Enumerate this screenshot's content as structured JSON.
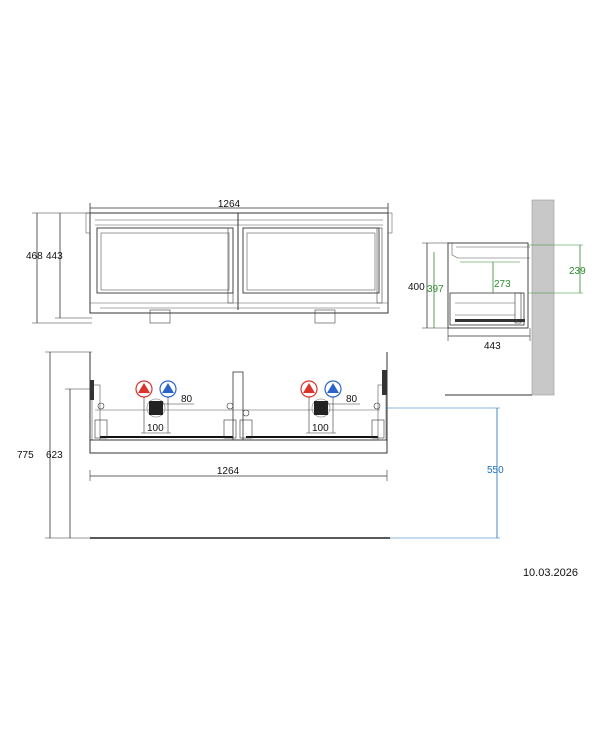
{
  "top_view": {
    "width_label": "1264",
    "height_outer_label": "468",
    "height_inner_label": "443"
  },
  "side_view": {
    "height_label": "400",
    "inner_height_label": "397",
    "drawer_label": "273",
    "depth_top_label": "239",
    "depth_label": "443"
  },
  "front_view": {
    "total_height_label": "775",
    "height_label": "623",
    "width_label": "1264",
    "floor_height_label": "550",
    "left_offset_label": "80",
    "left_spacing_label": "100",
    "right_offset_label": "80",
    "right_spacing_label": "100"
  },
  "date": "10.03.2026",
  "colors": {
    "line": "#333333",
    "green": "#2e8b2e",
    "blue": "#1a6fbf",
    "hot": "#d9332b",
    "cold": "#2a64c9",
    "wall": "#c8c8c8"
  },
  "icons": [
    "hot-water-icon",
    "cold-water-icon",
    "drain-icon"
  ]
}
